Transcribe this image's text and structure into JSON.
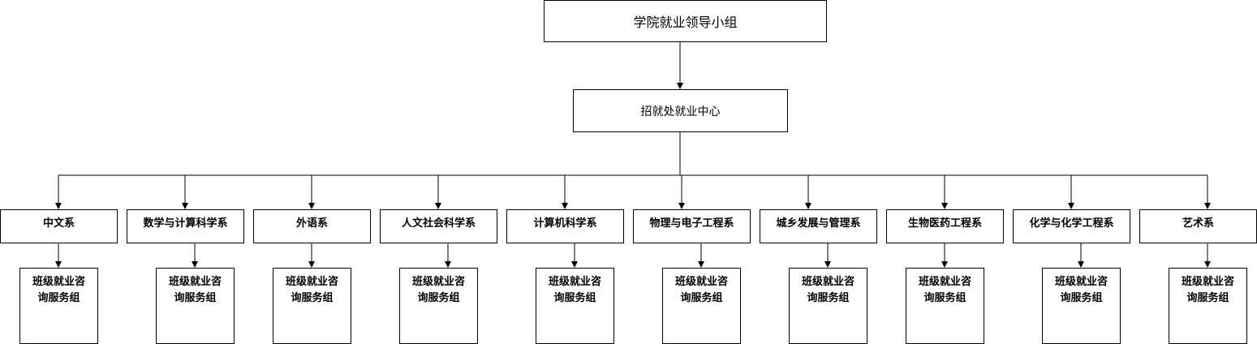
{
  "top": {
    "label": "学院就业领导小组"
  },
  "center": {
    "label": "招就处就业中心"
  },
  "departments": [
    {
      "name": "中文系",
      "group": "班级就业咨\n询服务组"
    },
    {
      "name": "数学与计算科学系",
      "group": "班级就业咨\n询服务组"
    },
    {
      "name": "外语系",
      "group": "班级就业咨\n询服务组"
    },
    {
      "name": "人文社会科学系",
      "group": "班级就业咨\n询服务组"
    },
    {
      "name": "计算机科学系",
      "group": "班级就业咨\n询服务组"
    },
    {
      "name": "物理与电子工程系",
      "group": "班级就业咨\n询服务组"
    },
    {
      "name": "城乡发展与管理系",
      "group": "班级就业咨\n询服务组"
    },
    {
      "name": "生物医药工程系",
      "group": "班级就业咨\n询服务组"
    },
    {
      "name": "化学与化学工程系",
      "group": "班级就业咨\n询服务组"
    },
    {
      "name": "艺术系",
      "group": "班级就业咨\n询服务组"
    }
  ]
}
